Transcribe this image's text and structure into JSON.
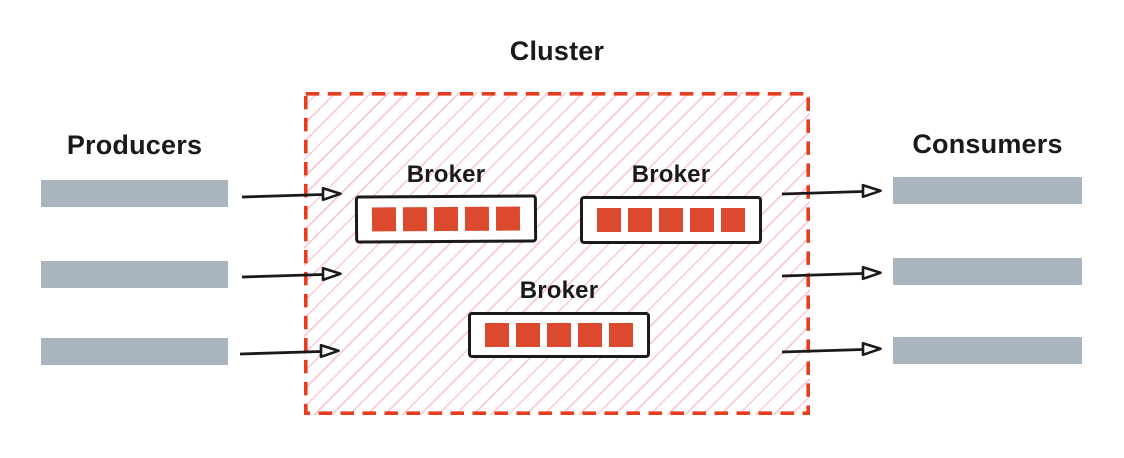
{
  "diagram": {
    "producers": {
      "label": "Producers",
      "count": 3
    },
    "consumers": {
      "label": "Consumers",
      "count": 3
    },
    "cluster": {
      "title": "Cluster",
      "brokers": [
        {
          "label": "Broker",
          "partitions": 5
        },
        {
          "label": "Broker",
          "partitions": 5
        },
        {
          "label": "Broker",
          "partitions": 5
        }
      ]
    },
    "arrows": {
      "producers_to_cluster": 3,
      "cluster_to_consumers": 3
    },
    "colors": {
      "cluster_border_red": "#e63d20",
      "hatch_pink": "#f8c9d3",
      "partition_red": "#dc4a2e",
      "bar_gray": "#a9b4bf",
      "ink": "#1a1a1a",
      "background": "#ffffff"
    }
  }
}
